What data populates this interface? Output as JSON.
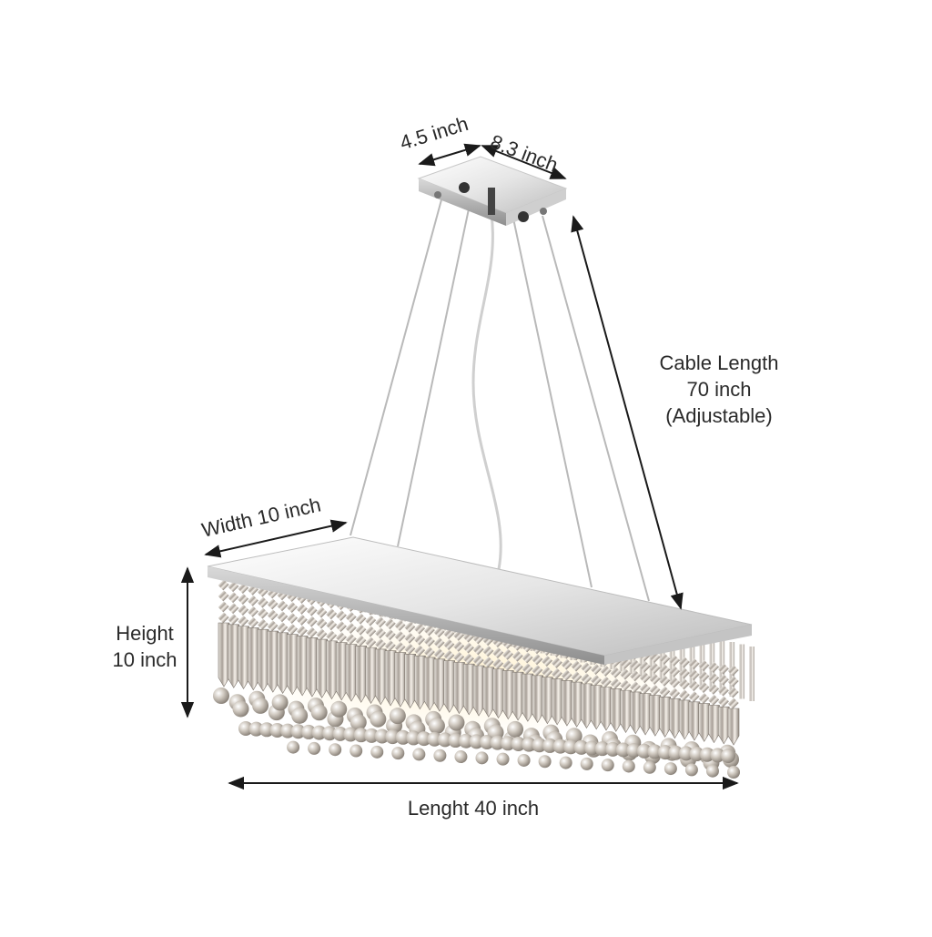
{
  "dimensions": {
    "canopy_depth": "4.5 inch",
    "canopy_length": "8.3 inch",
    "cable": [
      "Cable Length",
      "70 inch",
      "(Adjustable)"
    ],
    "width": "Width 10 inch",
    "height": [
      "Height",
      "10 inch"
    ],
    "length": "Lenght 40 inch"
  },
  "colors": {
    "arrow": "#1a1a1a",
    "chrome_light": "#f4f4f4",
    "chrome_dark": "#9a9a9a",
    "crystal": "#b8b0a6",
    "glow": "#ffe7b8"
  }
}
